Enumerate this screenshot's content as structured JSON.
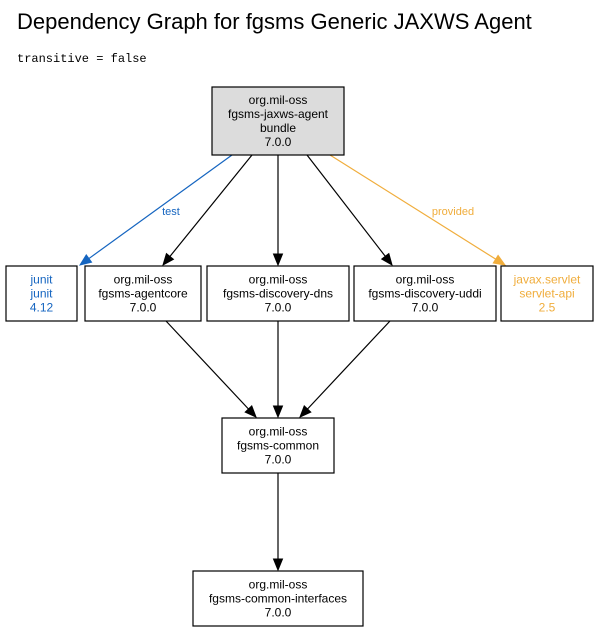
{
  "title": "Dependency Graph for fgsms Generic JAXWS Agent",
  "subtitle": "transitive = false",
  "colors": {
    "default": "#000000",
    "test": "#1565c0",
    "provided": "#f0ad3c",
    "root_fill": "#dcdcdc"
  },
  "nodes": [
    {
      "id": "root",
      "lines": [
        "org.mil-oss",
        "fgsms-jaxws-agent",
        "bundle",
        "7.0.0"
      ],
      "style": "root"
    },
    {
      "id": "junit",
      "lines": [
        "junit",
        "junit",
        "4.12"
      ],
      "style": "test"
    },
    {
      "id": "agentcore",
      "lines": [
        "org.mil-oss",
        "fgsms-agentcore",
        "7.0.0"
      ],
      "style": "default"
    },
    {
      "id": "dns",
      "lines": [
        "org.mil-oss",
        "fgsms-discovery-dns",
        "7.0.0"
      ],
      "style": "default"
    },
    {
      "id": "uddi",
      "lines": [
        "org.mil-oss",
        "fgsms-discovery-uddi",
        "7.0.0"
      ],
      "style": "default"
    },
    {
      "id": "servlet",
      "lines": [
        "javax.servlet",
        "servlet-api",
        "2.5"
      ],
      "style": "provided"
    },
    {
      "id": "common",
      "lines": [
        "org.mil-oss",
        "fgsms-common",
        "7.0.0"
      ],
      "style": "default"
    },
    {
      "id": "interfaces",
      "lines": [
        "org.mil-oss",
        "fgsms-common-interfaces",
        "7.0.0"
      ],
      "style": "default"
    }
  ],
  "edges": [
    {
      "from": "root",
      "to": "junit",
      "label": "test",
      "style": "test"
    },
    {
      "from": "root",
      "to": "agentcore",
      "label": "",
      "style": "default"
    },
    {
      "from": "root",
      "to": "dns",
      "label": "",
      "style": "default"
    },
    {
      "from": "root",
      "to": "uddi",
      "label": "",
      "style": "default"
    },
    {
      "from": "root",
      "to": "servlet",
      "label": "provided",
      "style": "provided"
    },
    {
      "from": "agentcore",
      "to": "common",
      "label": "",
      "style": "default"
    },
    {
      "from": "dns",
      "to": "common",
      "label": "",
      "style": "default"
    },
    {
      "from": "uddi",
      "to": "common",
      "label": "",
      "style": "default"
    },
    {
      "from": "common",
      "to": "interfaces",
      "label": "",
      "style": "default"
    }
  ]
}
